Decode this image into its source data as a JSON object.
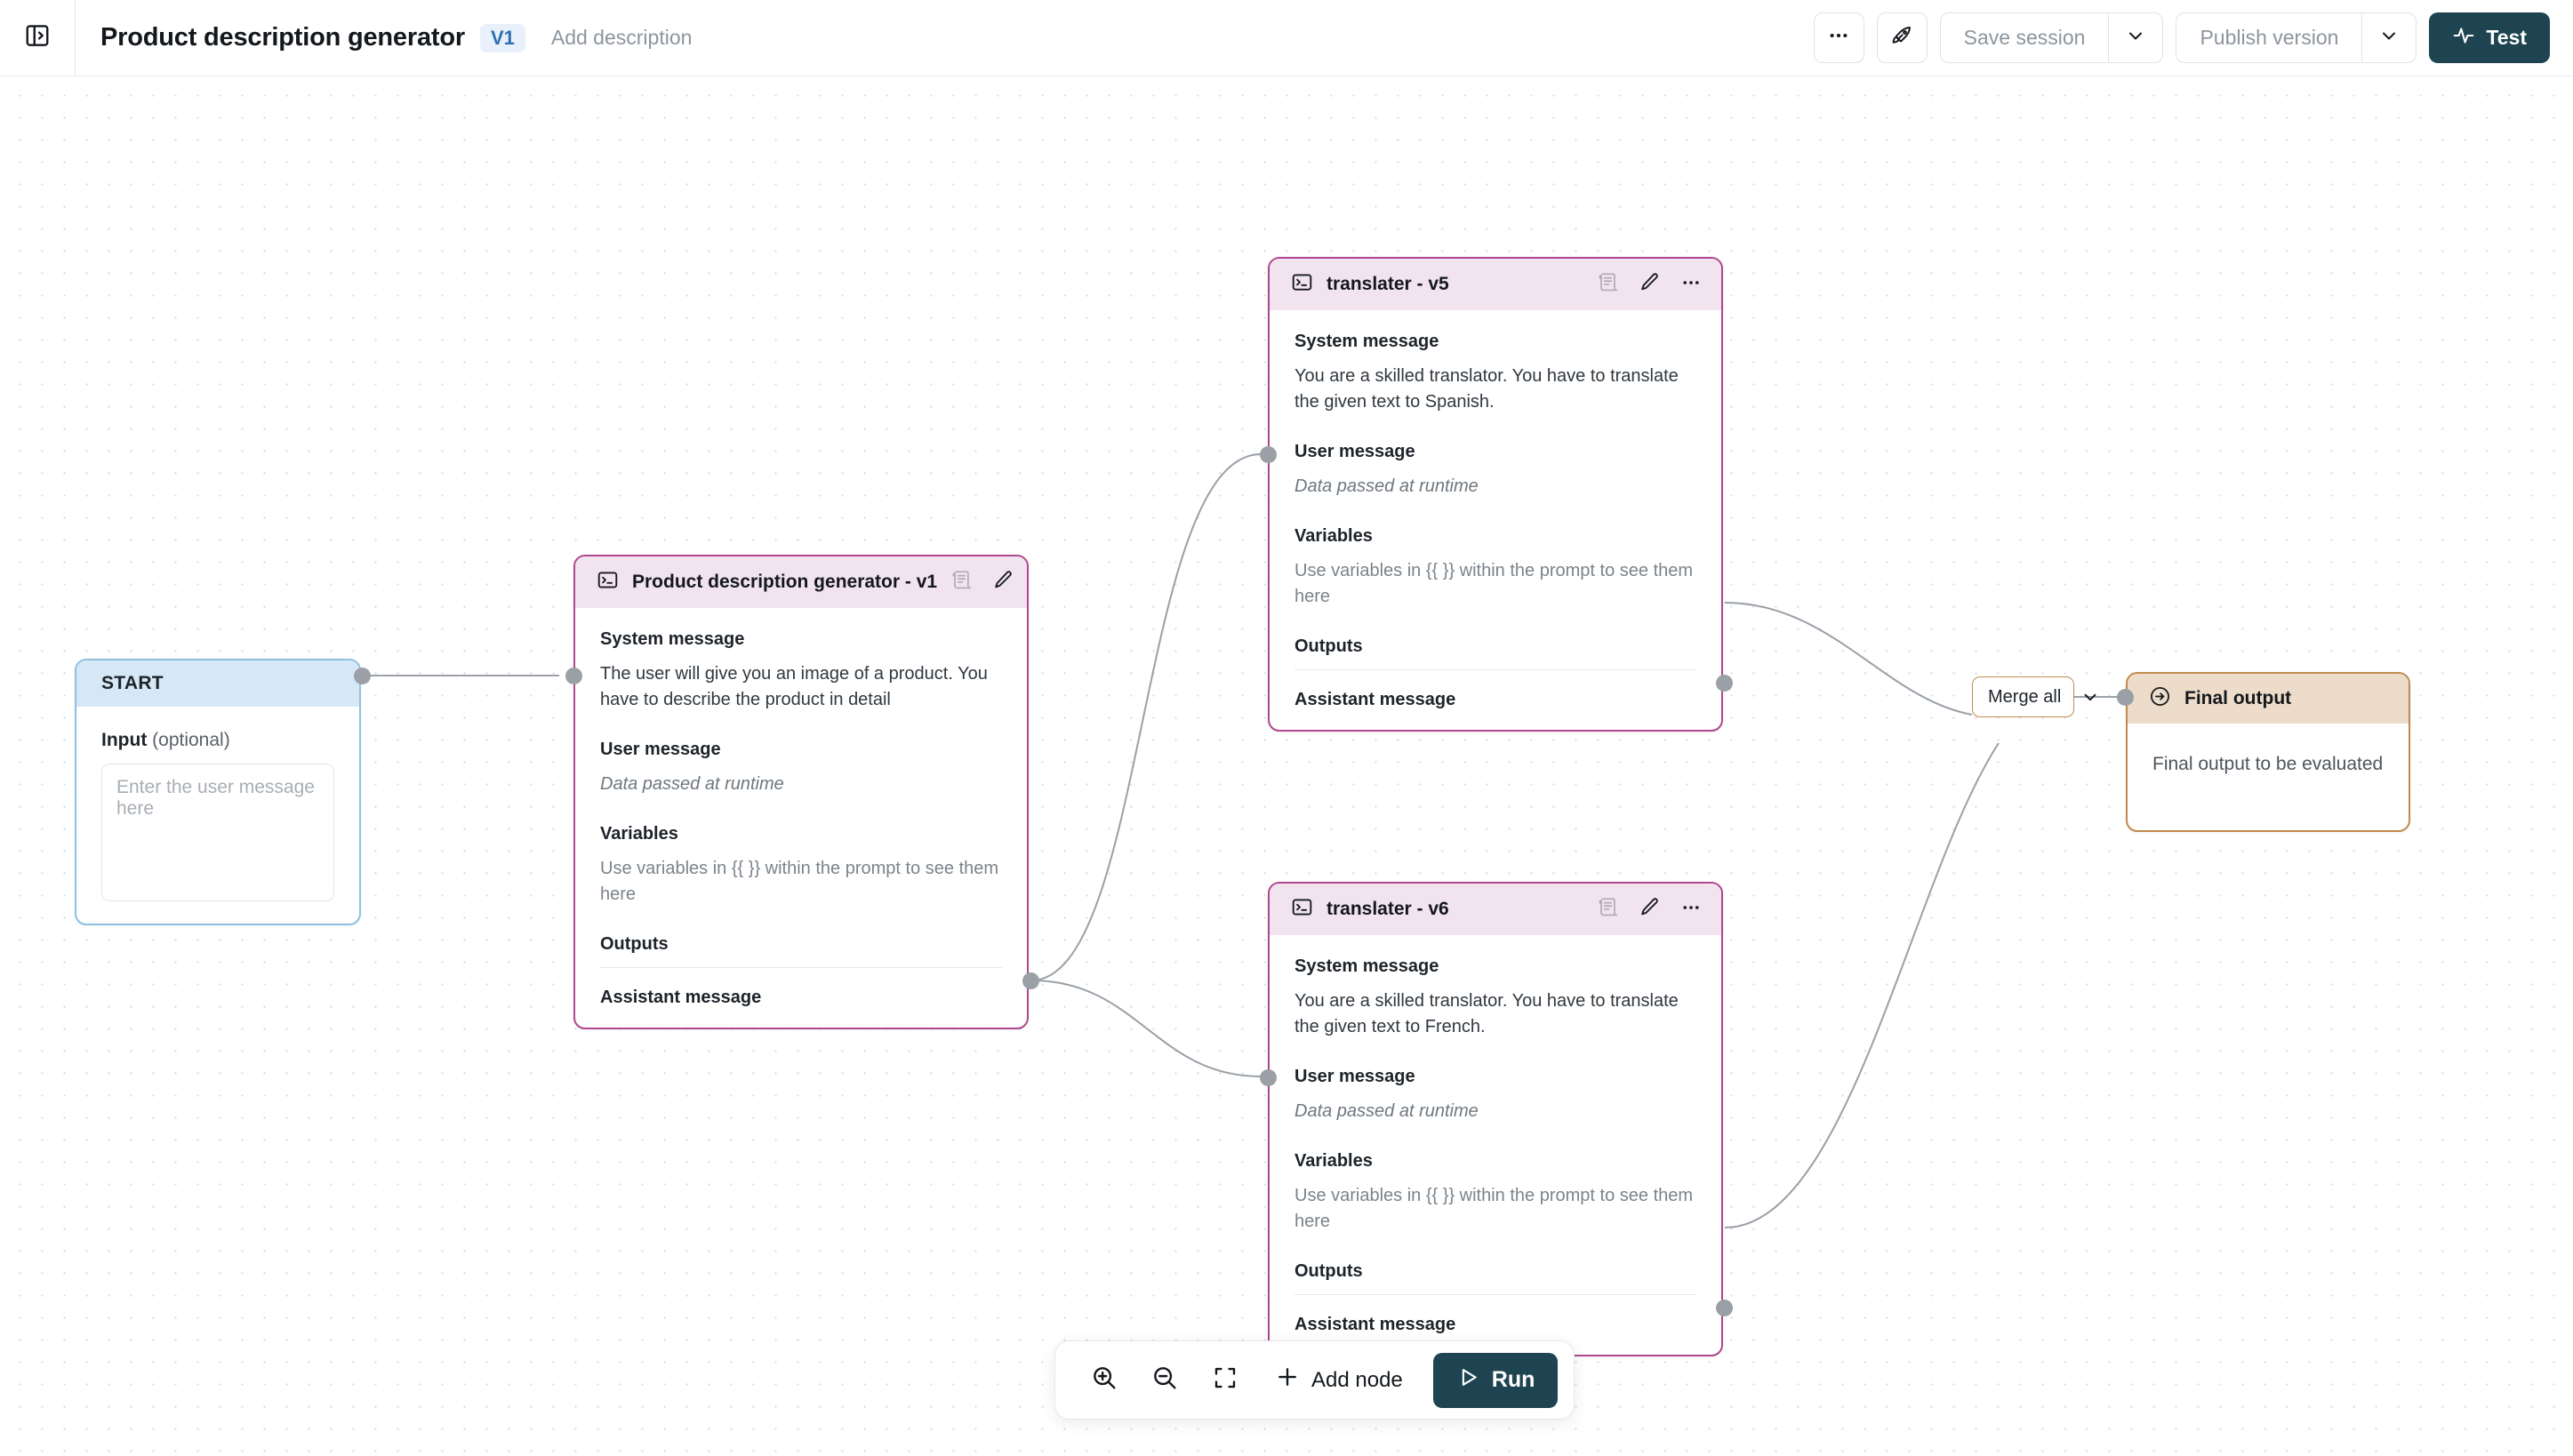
{
  "header": {
    "panel_toggle_icon": "panel-expand-icon",
    "title": "Product description generator",
    "version_badge": "V1",
    "add_description": "Add description",
    "more_icon": "more-horizontal-icon",
    "deploy_icon": "rocket-icon",
    "save_session_label": "Save session",
    "publish_version_label": "Publish version",
    "test_label": "Test",
    "test_icon": "activity-pulse-icon",
    "caret_icon": "chevron-down-icon"
  },
  "canvas": {
    "start_node": {
      "title": "START",
      "input_label_bold": "Input",
      "input_label_optional": "(optional)",
      "input_value": "",
      "input_placeholder": "Enter the user message here"
    },
    "prompt_nodes": [
      {
        "id": "product-description-generator-v1",
        "title": "Product description generator - v1",
        "node_icon": "terminal-prompt-icon",
        "doc_icon": "scroll-document-icon",
        "edit_icon": "pencil-icon",
        "more_icon": "more-horizontal-icon",
        "system_label": "System message",
        "system_text": "The user will give you an image of a product. You have to describe the product in detail",
        "user_label": "User message",
        "user_text": "Data passed at runtime",
        "variables_label": "Variables",
        "variables_text": "Use variables in {{ }} within the prompt to see them here",
        "outputs_label": "Outputs",
        "assistant_label": "Assistant message"
      },
      {
        "id": "translater-v5",
        "title": "translater - v5",
        "node_icon": "terminal-prompt-icon",
        "doc_icon": "scroll-document-icon",
        "edit_icon": "pencil-icon",
        "more_icon": "more-horizontal-icon",
        "system_label": "System message",
        "system_text": "You are a skilled translator. You have to translate the given text to Spanish.",
        "user_label": "User message",
        "user_text": "Data passed at runtime",
        "variables_label": "Variables",
        "variables_text": "Use variables in {{ }} within the prompt to see them here",
        "outputs_label": "Outputs",
        "assistant_label": "Assistant message"
      },
      {
        "id": "translater-v6",
        "title": "translater - v6",
        "node_icon": "terminal-prompt-icon",
        "doc_icon": "scroll-document-icon",
        "edit_icon": "pencil-icon",
        "more_icon": "more-horizontal-icon",
        "system_label": "System message",
        "system_text": "You are a skilled translator. You have to translate the given text to French.",
        "user_label": "User message",
        "user_text": "Data passed at runtime",
        "variables_label": "Variables",
        "variables_text": "Use variables in {{ }} within the prompt to see them here",
        "outputs_label": "Outputs",
        "assistant_label": "Assistant message"
      }
    ],
    "merge_select": {
      "value": "Merge all",
      "caret_icon": "chevron-down-icon"
    },
    "final_node": {
      "icon": "arrow-right-circle-icon",
      "title": "Final output",
      "body_text": "Final output to be evaluated"
    }
  },
  "bottom_toolbar": {
    "zoom_in_icon": "zoom-in-icon",
    "zoom_out_icon": "zoom-out-icon",
    "fit_view_icon": "fit-screen-icon",
    "add_node_label": "Add node",
    "add_node_icon": "plus-icon",
    "run_label": "Run",
    "run_icon": "play-triangle-icon"
  },
  "colors": {
    "prompt_node_border": "#b0468f",
    "prompt_node_header": "#f2e4ef",
    "start_node_border": "#8fc0e0",
    "start_node_header": "#d6e8f5",
    "final_node_border": "#c08a4e",
    "final_node_header": "#ecdcc9",
    "accent_dark": "#1d4450",
    "version_chip_bg": "#e8f1fb"
  }
}
